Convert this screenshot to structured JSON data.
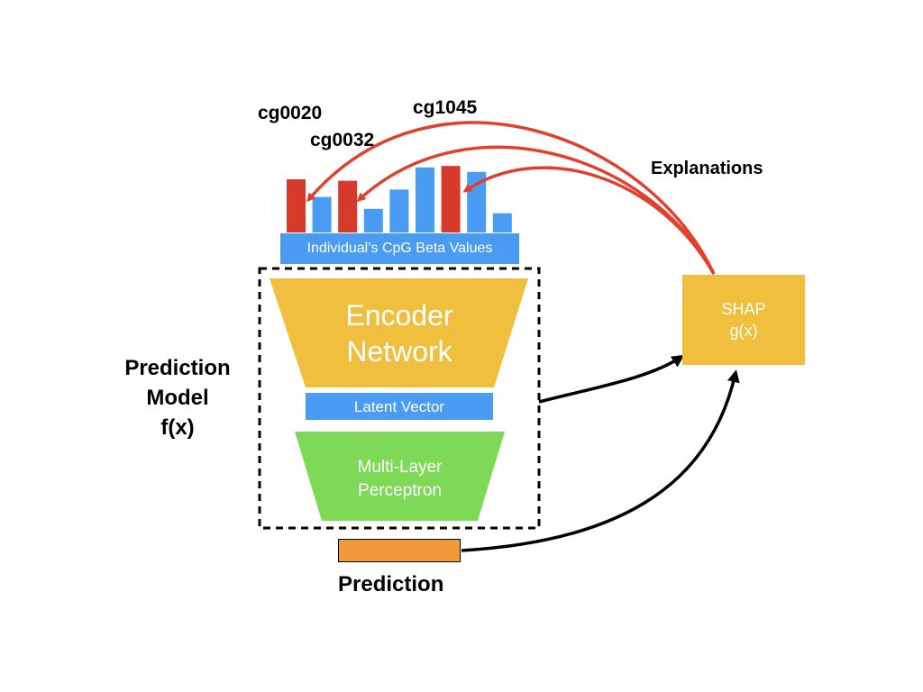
{
  "input": {
    "strip_label": "Individual’s CpG Beta Values",
    "bars": [
      {
        "height": 0.72,
        "highlight": true
      },
      {
        "height": 0.48,
        "highlight": false
      },
      {
        "height": 0.7,
        "highlight": true
      },
      {
        "height": 0.32,
        "highlight": false
      },
      {
        "height": 0.58,
        "highlight": false
      },
      {
        "height": 0.88,
        "highlight": false
      },
      {
        "height": 0.9,
        "highlight": true
      },
      {
        "height": 0.82,
        "highlight": false
      },
      {
        "height": 0.26,
        "highlight": false
      }
    ],
    "cpg_labels": [
      "cg0020",
      "cg0032",
      "cg1045"
    ]
  },
  "model": {
    "title_lines": [
      "Prediction",
      "Model",
      "f(x)"
    ],
    "encoder_lines": [
      "Encoder",
      "Network"
    ],
    "latent_label": "Latent Vector",
    "mlp_lines": [
      "Multi-Layer",
      "Perceptron"
    ]
  },
  "output": {
    "prediction_label": "Prediction"
  },
  "explainer": {
    "lines": [
      "SHAP",
      "g(x)"
    ],
    "explanations_label": "Explanations"
  },
  "colors": {
    "encoder": "#f0bf3e",
    "shap": "#f0bf3e",
    "latent": "#4a9cf2",
    "strip": "#4a9cf2",
    "bar": "#4a9cf2",
    "bar_highlight": "#d63a2a",
    "mlp": "#7ed957",
    "prediction": "#f09a3a",
    "explanation_arrow": "#e0412e",
    "flow_arrow": "#000000"
  }
}
